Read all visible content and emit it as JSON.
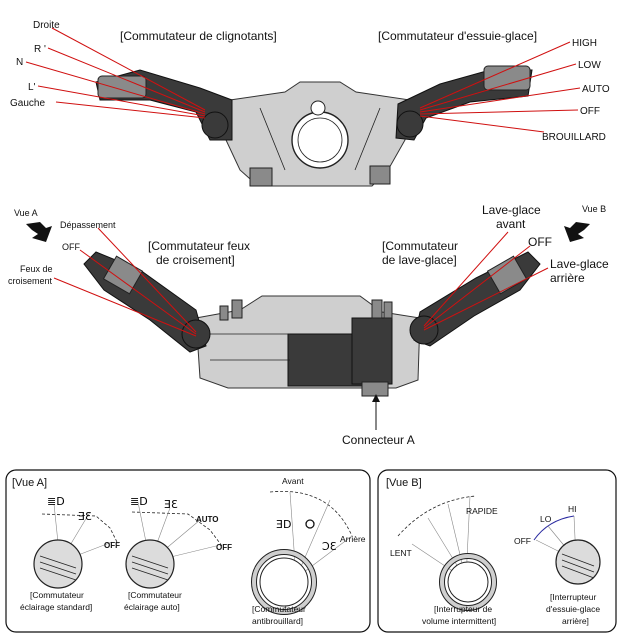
{
  "top": {
    "turn_switch_title": "[Commutateur de clignotants]",
    "wiper_switch_title": "[Commutateur d'essuie-glace]",
    "turn_positions": [
      "Droite",
      "R '",
      "N",
      "L'",
      "Gauche"
    ],
    "wiper_positions": [
      "HIGH",
      "LOW",
      "AUTO",
      "OFF",
      "BROUILLARD"
    ]
  },
  "middle": {
    "view_a": "Vue A",
    "view_b": "Vue B",
    "passing": "Dépassement",
    "off_left": "OFF",
    "low_beam_line1": "Feux de",
    "low_beam_line2": "croisement",
    "headlamp_switch_line1": "[Commutateur feux",
    "headlamp_switch_line2": "de croisement]",
    "washer_switch_line1": "[Commutateur",
    "washer_switch_line2": "de lave-glace]",
    "front_washer_line1": "Lave-glace",
    "front_washer_line2": "avant",
    "off_right": "OFF",
    "rear_washer_line1": "Lave-glace",
    "rear_washer_line2": "arrière",
    "connector": "Connecteur A"
  },
  "panel_a": {
    "title": "[Vue A]",
    "std_off": "OFF",
    "std_caption": [
      "[Commutateur",
      "éclairage standard]"
    ],
    "auto_label": "AUTO",
    "auto_off": "OFF",
    "auto_caption": [
      "[Commutateur",
      "éclairage auto]"
    ],
    "fog_front": "Avant",
    "fog_rear": "Arrière",
    "fog_caption": [
      "[Commutateur",
      "antibrouillard]"
    ]
  },
  "panel_b": {
    "title": "[Vue B]",
    "fast": "RAPIDE",
    "slow": "LENT",
    "int_caption": [
      "[Interrupteur de",
      "volume intermittent]"
    ],
    "off": "OFF",
    "lo": "LO",
    "hi": "HI",
    "rear_caption": [
      "[Interrupteur",
      "d'essuie-glace",
      "arrière]"
    ]
  },
  "colors": {
    "leader_line": "#d01010",
    "range_arc": "#2a2aa0"
  }
}
